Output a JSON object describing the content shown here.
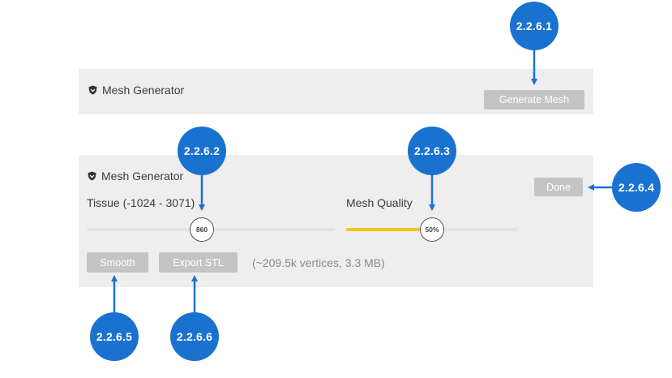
{
  "panel_top": {
    "title": "Mesh Generator",
    "generate_button": "Generate Mesh"
  },
  "panel_bottom": {
    "title": "Mesh Generator",
    "tissue_label": "Tissue (-1024 - 3071)",
    "tissue_value": "860",
    "quality_label": "Mesh Quality",
    "quality_value": "50%",
    "quality_level_percent": 50,
    "done_button": "Done",
    "smooth_button": "Smooth",
    "export_button": "Export STL",
    "mesh_info": "(~209.5k vertices, 3.3 MB)"
  },
  "callouts": {
    "generate": "2.2.6.1",
    "tissue": "2.2.6.2",
    "quality": "2.2.6.3",
    "done": "2.2.6.4",
    "smooth": "2.2.6.5",
    "export": "2.2.6.6"
  },
  "colors": {
    "callout": "#1a72d0",
    "slider_fill": "#f5c518",
    "button": "#c4c4c4",
    "panel": "#eeeeee"
  },
  "icons": {
    "title_icon": "shield-icon"
  }
}
